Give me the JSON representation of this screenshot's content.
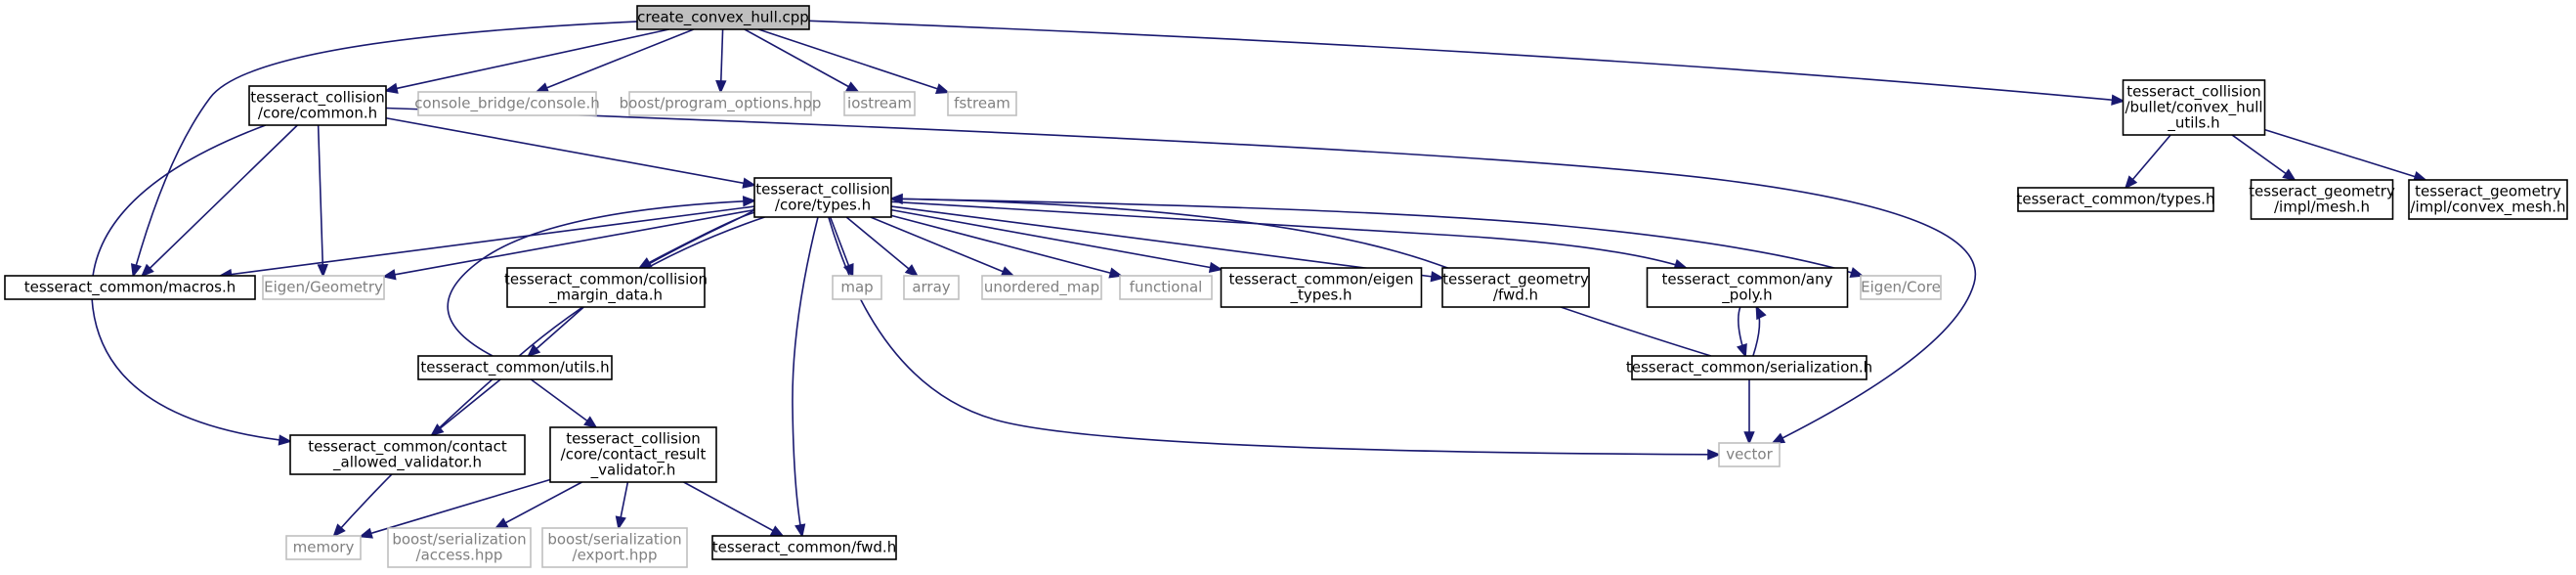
{
  "colors": {
    "edge": "#191970",
    "root_fill": "#bfbfbf",
    "node_border": "#000000",
    "faint_border": "#bfbfbf",
    "faint_text": "#808080"
  },
  "nodes": [
    {
      "id": "root",
      "lines": [
        "create_convex_hull.cpp"
      ],
      "style": "root"
    },
    {
      "id": "tc_common",
      "lines": [
        "tesseract_collision",
        "/core/common.h"
      ],
      "style": "solid"
    },
    {
      "id": "console",
      "lines": [
        "console_bridge/console.h"
      ],
      "style": "faint"
    },
    {
      "id": "program_options",
      "lines": [
        "boost/program_options.hpp"
      ],
      "style": "faint"
    },
    {
      "id": "iostream",
      "lines": [
        "iostream"
      ],
      "style": "faint"
    },
    {
      "id": "fstream",
      "lines": [
        "fstream"
      ],
      "style": "faint"
    },
    {
      "id": "convex_hull_utils",
      "lines": [
        "tesseract_collision",
        "/bullet/convex_hull",
        "_utils.h"
      ],
      "style": "solid"
    },
    {
      "id": "macros",
      "lines": [
        "tesseract_common/macros.h"
      ],
      "style": "solid"
    },
    {
      "id": "eigen_geometry",
      "lines": [
        "Eigen/Geometry"
      ],
      "style": "faint"
    },
    {
      "id": "tc_types",
      "lines": [
        "tesseract_collision",
        "/core/types.h"
      ],
      "style": "solid"
    },
    {
      "id": "vector",
      "lines": [
        "vector"
      ],
      "style": "faint"
    },
    {
      "id": "contact_allowed",
      "lines": [
        "tesseract_common/contact",
        "_allowed_validator.h"
      ],
      "style": "solid"
    },
    {
      "id": "collision_margin",
      "lines": [
        "tesseract_common/collision",
        "_margin_data.h"
      ],
      "style": "solid"
    },
    {
      "id": "map",
      "lines": [
        "map"
      ],
      "style": "faint"
    },
    {
      "id": "array",
      "lines": [
        "array"
      ],
      "style": "faint"
    },
    {
      "id": "unordered_map",
      "lines": [
        "unordered_map"
      ],
      "style": "faint"
    },
    {
      "id": "functional",
      "lines": [
        "functional"
      ],
      "style": "faint"
    },
    {
      "id": "eigen_types",
      "lines": [
        "tesseract_common/eigen",
        "_types.h"
      ],
      "style": "solid"
    },
    {
      "id": "geometry_fwd",
      "lines": [
        "tesseract_geometry",
        "/fwd.h"
      ],
      "style": "solid"
    },
    {
      "id": "any_poly",
      "lines": [
        "tesseract_common/any",
        "_poly.h"
      ],
      "style": "solid"
    },
    {
      "id": "eigen_core",
      "lines": [
        "Eigen/Core"
      ],
      "style": "faint"
    },
    {
      "id": "utils",
      "lines": [
        "tesseract_common/utils.h"
      ],
      "style": "solid"
    },
    {
      "id": "serialization",
      "lines": [
        "tesseract_common/serialization.h"
      ],
      "style": "solid"
    },
    {
      "id": "contact_result",
      "lines": [
        "tesseract_collision",
        "/core/contact_result",
        "_validator.h"
      ],
      "style": "solid"
    },
    {
      "id": "memory",
      "lines": [
        "memory"
      ],
      "style": "faint"
    },
    {
      "id": "ser_access",
      "lines": [
        "boost/serialization",
        "/access.hpp"
      ],
      "style": "faint"
    },
    {
      "id": "ser_export",
      "lines": [
        "boost/serialization",
        "/export.hpp"
      ],
      "style": "faint"
    },
    {
      "id": "common_fwd",
      "lines": [
        "tesseract_common/fwd.h"
      ],
      "style": "solid"
    },
    {
      "id": "common_types",
      "lines": [
        "tesseract_common/types.h"
      ],
      "style": "solid"
    },
    {
      "id": "impl_mesh",
      "lines": [
        "tesseract_geometry",
        "/impl/mesh.h"
      ],
      "style": "solid"
    },
    {
      "id": "impl_convex_mesh",
      "lines": [
        "tesseract_geometry",
        "/impl/convex_mesh.h"
      ],
      "style": "solid"
    }
  ],
  "edges": [
    [
      "root",
      "tc_common"
    ],
    [
      "root",
      "console"
    ],
    [
      "root",
      "program_options"
    ],
    [
      "root",
      "iostream"
    ],
    [
      "root",
      "fstream"
    ],
    [
      "root",
      "convex_hull_utils"
    ],
    [
      "root",
      "macros"
    ],
    [
      "tc_common",
      "macros"
    ],
    [
      "tc_common",
      "eigen_geometry"
    ],
    [
      "tc_common",
      "tc_types"
    ],
    [
      "tc_common",
      "vector"
    ],
    [
      "tc_common",
      "contact_allowed"
    ],
    [
      "tc_types",
      "macros"
    ],
    [
      "tc_types",
      "eigen_geometry"
    ],
    [
      "tc_types",
      "collision_margin"
    ],
    [
      "tc_types",
      "map"
    ],
    [
      "tc_types",
      "array"
    ],
    [
      "tc_types",
      "unordered_map"
    ],
    [
      "tc_types",
      "functional"
    ],
    [
      "tc_types",
      "eigen_types"
    ],
    [
      "tc_types",
      "geometry_fwd"
    ],
    [
      "tc_types",
      "any_poly"
    ],
    [
      "tc_types",
      "eigen_core"
    ],
    [
      "tc_types",
      "memory"
    ],
    [
      "tc_types",
      "vector"
    ],
    [
      "tc_types",
      "common_fwd"
    ],
    [
      "collision_margin",
      "tc_types"
    ],
    [
      "collision_margin",
      "utils"
    ],
    [
      "utils",
      "tc_types"
    ],
    [
      "utils",
      "contact_allowed"
    ],
    [
      "utils",
      "contact_result"
    ],
    [
      "contact_result",
      "memory"
    ],
    [
      "contact_result",
      "ser_access"
    ],
    [
      "contact_result",
      "ser_export"
    ],
    [
      "contact_result",
      "common_fwd"
    ],
    [
      "any_poly",
      "serialization"
    ],
    [
      "serialization",
      "any_poly"
    ],
    [
      "serialization",
      "tc_types"
    ],
    [
      "serialization",
      "vector"
    ],
    [
      "convex_hull_utils",
      "common_types"
    ],
    [
      "convex_hull_utils",
      "impl_mesh"
    ],
    [
      "convex_hull_utils",
      "impl_convex_mesh"
    ]
  ]
}
